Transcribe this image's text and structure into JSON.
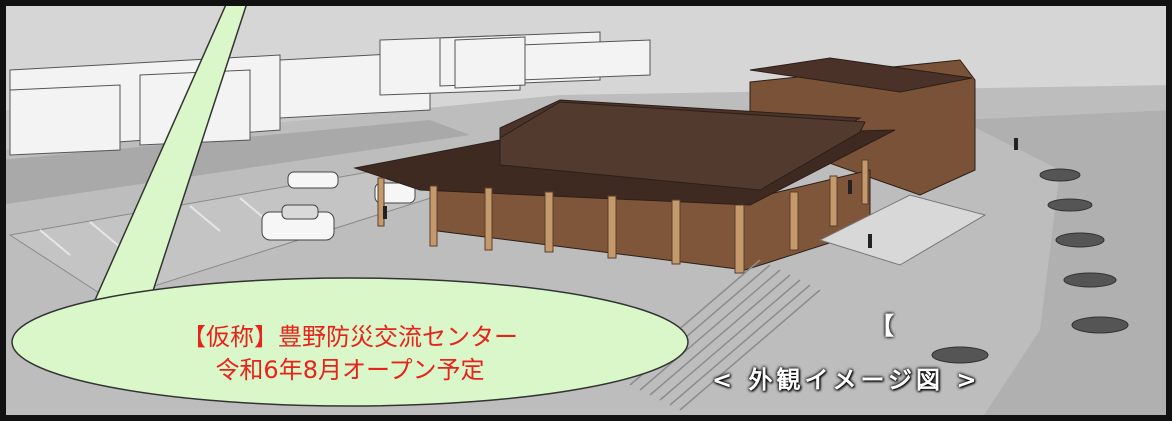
{
  "callout": {
    "line1": "【仮称】豊野防災交流センター",
    "line2": "令和6年8月オープン予定"
  },
  "caption": {
    "bracket": "【",
    "label": "< 外観イメージ図 >"
  },
  "colors": {
    "bubble_fill": "#d9f7c8",
    "callout_text": "#e8231c",
    "roof": "#4a3228",
    "wall": "#7a5238",
    "ground": "#b7b7b7"
  }
}
